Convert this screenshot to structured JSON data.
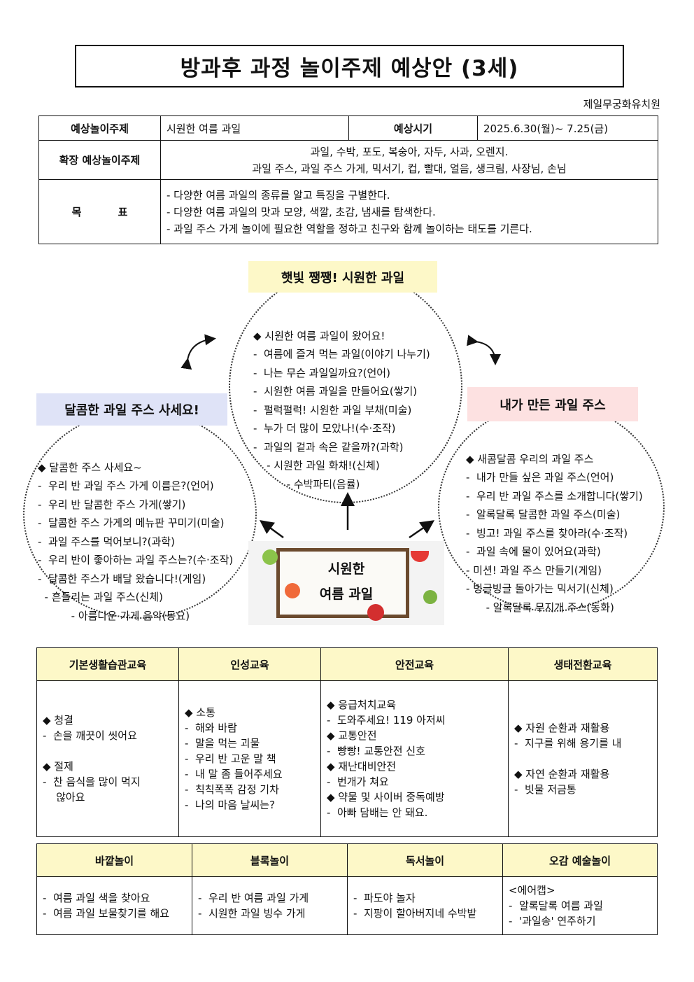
{
  "title": "방과후 과정 놀이주제 예상안 (3세)",
  "org": "제일무궁화유치원",
  "info": {
    "theme_label": "예상놀이주제",
    "theme": "시원한 여름 과일",
    "period_label": "예상시기",
    "period": "2025.6.30(월)~ 7.25(금)",
    "ext_label": "확장 예상놀이주제",
    "ext_lines": [
      "과일, 수박, 포도, 복숭아, 자두, 사과, 오렌지.",
      "과일 주스, 과일 주스 가게, 믹서기, 컵, 빨대, 얼음, 생크림, 사장님, 손님"
    ],
    "goal_label": "목          표",
    "goals": [
      "- 다양한 여름 과일의 종류를 알고 특징을 구별한다.",
      "- 다양한 여름 과일의 맛과 모양, 색깔, 초감, 냄새를 탐색한다.",
      "- 과일 주스 가게 놀이에 필요한 역할을 정하고 친구와 함께 놀이하는 태도를 기른다."
    ]
  },
  "web": {
    "center_image": [
      "시원한",
      "여름 과일"
    ],
    "top": {
      "title": "햇빛 쨍쨍! 시원한 과일",
      "items": [
        "◆ 시원한 여름 과일이 왔어요!",
        "-  여름에 즐겨 먹는 과일(이야기 나누기)",
        "-  나는 무슨 과일일까요?(언어)",
        "-  시원한 여름 과일을 만들어요(쌓기)",
        "-  펄럭펄럭! 시원한 과일 부채(미술)",
        "-  누가 더 많이 모았나!(수·조작)",
        "-  과일의 겉과 속은 같을까?(과학)",
        "    - 시원한 과일 화채!(신체)",
        "          - 수박파티(음률)"
      ]
    },
    "left": {
      "title": "달콤한 과일 주스 사세요!",
      "items": [
        "◆ 달콤한 주스 사세요~",
        "-  우리 반 과일 주스 가게 이름은?(언어)",
        "-  우리 반 달콤한 주스 가게(쌓기)",
        "-  달콤한 주스 가게의 메뉴판 꾸미기(미술)",
        "-  과일 주스를 먹어보니?(과학)",
        "-  우리 반이 좋아하는 과일 주스는?(수·조작)",
        "-  달콤한 주스가 배달 왔습니다!(게임)",
        "  - 흔들리는 과일 주스(신체)",
        "          - 아름다운 가게 음악(동요)"
      ]
    },
    "right": {
      "title": "내가 만든 과일 주스",
      "items": [
        "◆ 새콤달콤 우리의 과일 주스",
        "-  내가 만들 싶은 과일 주스(언어)",
        "-  우리 반 과일 주스를 소개합니다(쌓기)",
        "-  알록달록 달콤한 과일 주스(미술)",
        "-  빙고! 과일 주스를 찾아라(수·조작)",
        "-  과일 속에 물이 있어요(과학)",
        "- 미션! 과일 주스 만들기(게임)",
        "- 빙글빙글 돌아가는 믹서기(신체)",
        "      - 알록달록 무지개 주스(동화)"
      ]
    }
  },
  "edu": {
    "headers": [
      "기본생활습관교육",
      "인성교육",
      "안전교육",
      "생태전환교육"
    ],
    "cells": [
      "◆ 청결\n-  손을 깨끗이 씻어요\n\n◆ 절제\n-  찬 음식을 많이 먹지\n    않아요",
      "◆ 소통\n-  해와 바람\n-  말을 먹는 괴물\n-  우리 반 고운 말 책\n-  내 말 좀 들어주세요\n-  칙칙폭폭 감정 기차\n-  나의 마음 날씨는?",
      "◆ 응급처치교육\n-  도와주세요! 119 아저씨\n◆ 교통안전\n-  빵빵! 교통안전 신호\n◆ 재난대비안전\n-  번개가 쳐요\n◆ 약물 및 사이버 중독예방\n-  아빠 담배는 안 돼요.",
      "◆ 자원 순환과 재활용\n-  지구를 위해 용기를 내\n\n◆ 자연 순환과 재활용\n-  빗물 저금통"
    ]
  },
  "play": {
    "headers": [
      "바깥놀이",
      "블록놀이",
      "독서놀이",
      "오감 예술놀이"
    ],
    "cells": [
      "-  여름 과일 색을 찾아요\n-  여름 과일 보물찾기를 해요",
      "-  우리 반 여름 과일 가게\n-  시원한 과일 빙수 가게",
      "-  파도야 놀자\n-  지팡이 할아버지네 수박밭",
      "<에어캡>\n-  알록달록 여름 과일\n-  '과일송' 연주하기"
    ]
  }
}
